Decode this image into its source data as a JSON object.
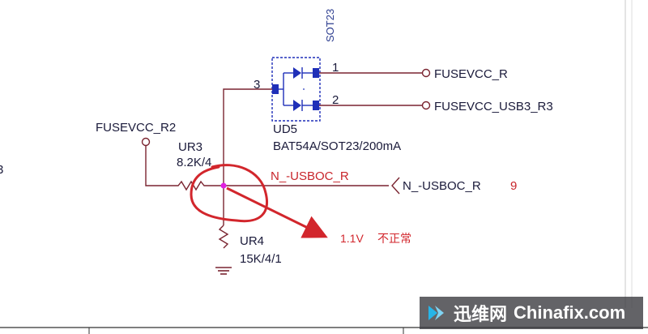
{
  "package_label": "SOT23",
  "pins": {
    "pin3": "3",
    "pin1": "1",
    "pin2": "2"
  },
  "nets": {
    "fusevcc_r": "FUSEVCC_R",
    "fusevcc_usb3_r3": "FUSEVCC_USB3_R3",
    "fusevcc_r2": "FUSEVCC_R2",
    "n_usboc_r_wire": "N_-USBOC_R",
    "n_usboc_r_port": "N_-USBOC_R",
    "page_ref": "9"
  },
  "components": {
    "ud5": {
      "ref": "UD5",
      "value": "BAT54A/SOT23/200mA"
    },
    "ur3": {
      "ref": "UR3",
      "value": "8.2K/4"
    },
    "ur4": {
      "ref": "UR4",
      "value": "15K/4/1"
    }
  },
  "annotation": {
    "voltage": "1.1V",
    "note": "不正常"
  },
  "edge_mark": "3",
  "watermark": {
    "cn": "迅维网",
    "en": "Chinafix.com"
  },
  "colors": {
    "wire": "#7a2430",
    "device": "#1f2fb8",
    "annotation": "#d2262c",
    "node": "#e020e0"
  }
}
